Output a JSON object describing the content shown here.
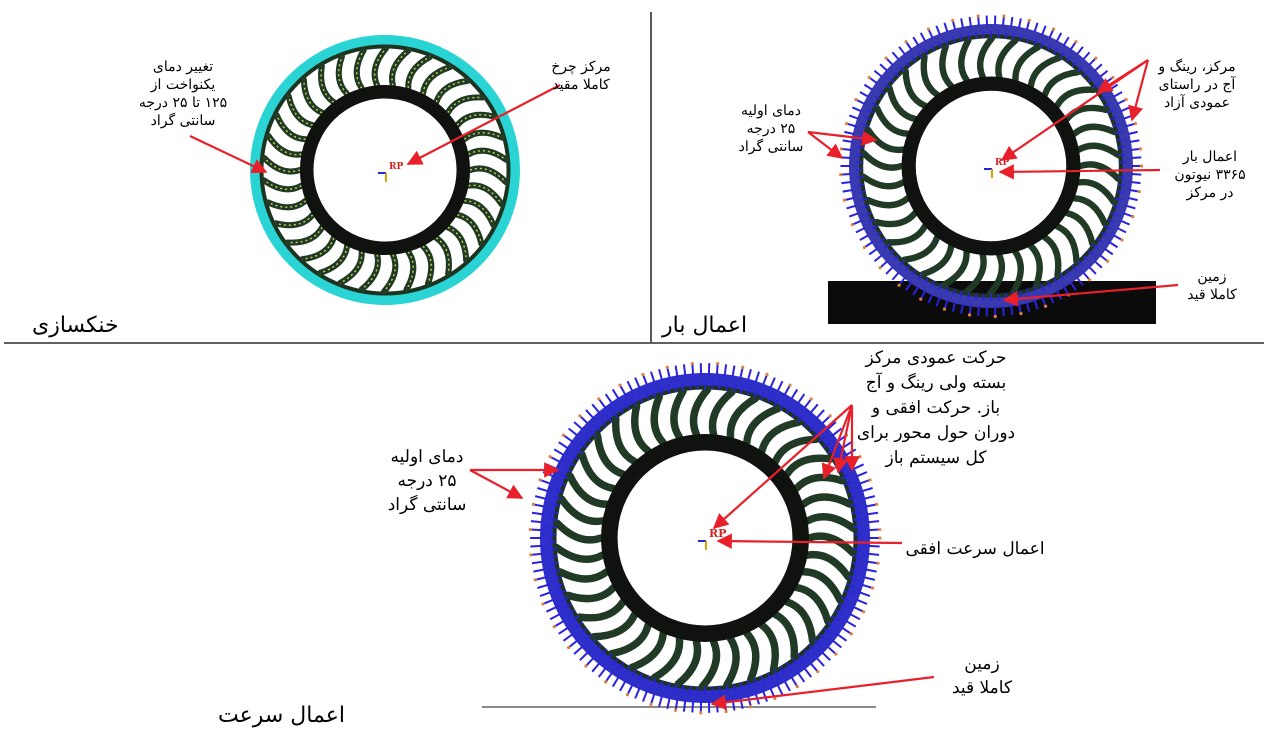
{
  "panels": {
    "cooling": {
      "caption": "خنکسازی",
      "label_temp": "تغییر دمای\nیکنواخت از\n۱۲۵ تا ۲۵ درجه\nسانتی گراد",
      "label_center": "مرکز چرخ\nکاملا مقید",
      "rp": "RP"
    },
    "load": {
      "caption": "اعمال بار",
      "label_temp": "دمای اولیه\n۲۵ درجه\nسانتی گراد",
      "label_free": "مرکز، رینگ و\nآج در راستای\nعمودی آزاد",
      "label_force": "اعمال بار\n۳۳۶۵ نیوتون\nدر مرکز",
      "label_ground": "زمین\nکاملا قید",
      "rp": "RP"
    },
    "speed": {
      "caption": "اعمال سرعت",
      "label_temp": "دمای اولیه\n۲۵ درجه\nسانتی گراد",
      "label_bc": "حرکت عمودی مرکز\nبسته ولی رینگ و آج\nباز. حرکت افقی و\nدوران حول محور برای\nکل سیستم باز",
      "label_velocity": "اعمال سرعت افقی",
      "label_ground": "زمین\nکاملا قید",
      "rp": "RP"
    }
  },
  "colors": {
    "arrow": "#e8202a",
    "tread_cyan": "#2ad4d4",
    "spoke_dark": "#203a26",
    "spoke_yellow": "#cfd24a",
    "marker_blue": "#2a22e0",
    "marker_orange": "#e08040",
    "hub_black": "#0f120f",
    "rp_red": "#d42020"
  }
}
